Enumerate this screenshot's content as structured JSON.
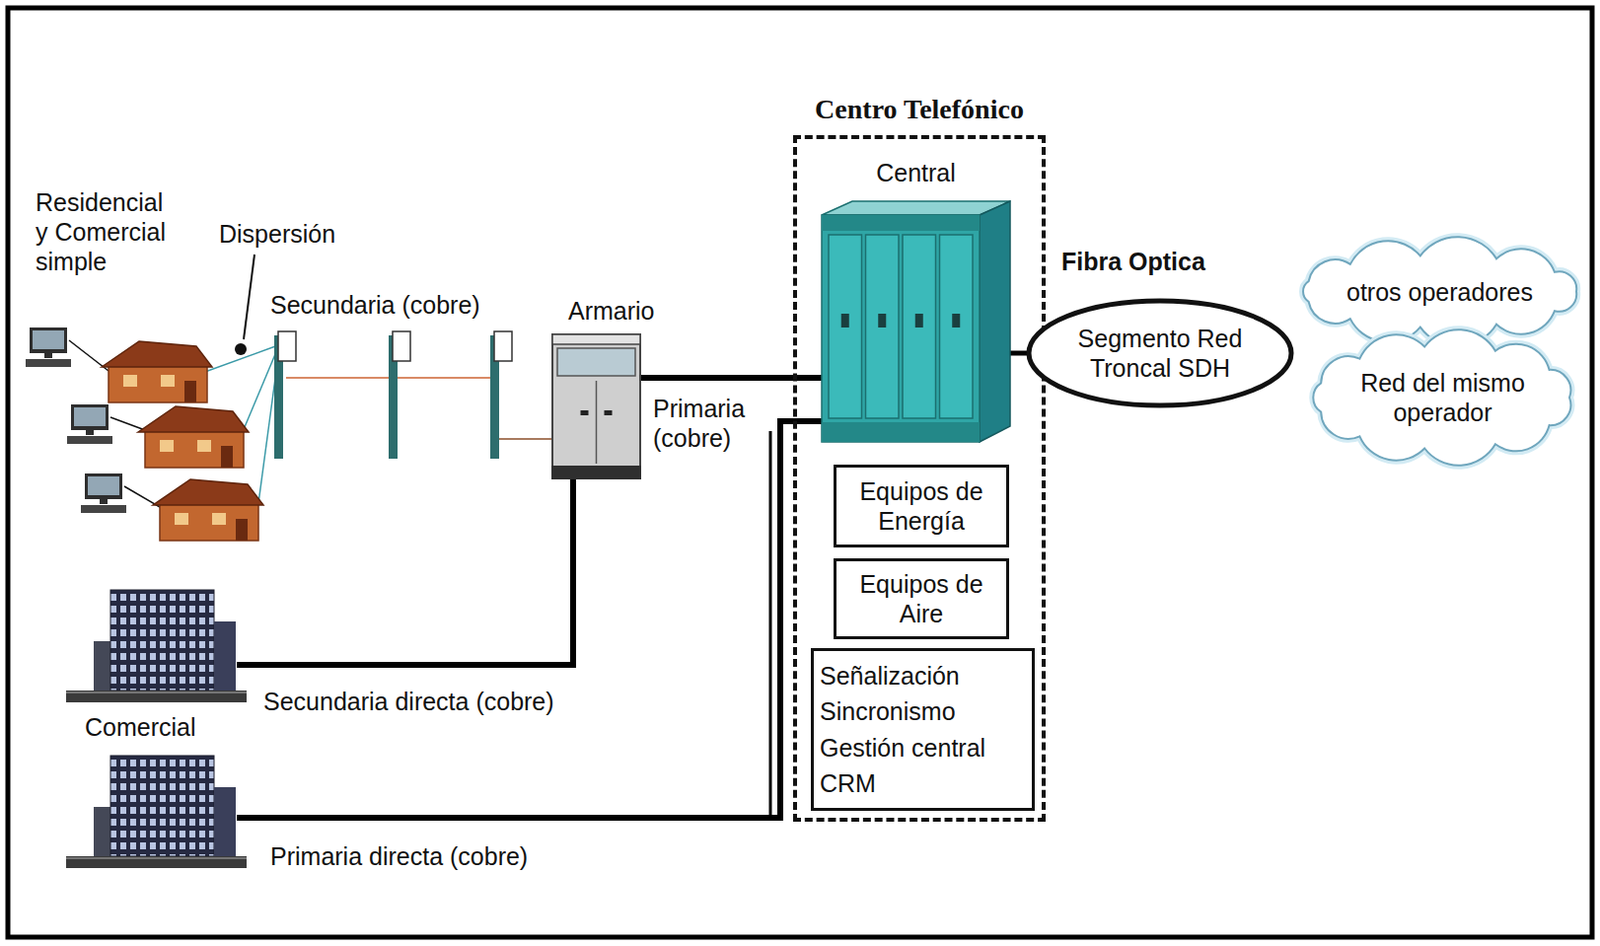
{
  "diagram": {
    "nodes": [
      {
        "text": [
          "Armario"
        ]
      },
      {
        "text": [
          "Centro Telefónico"
        ]
      },
      {
        "text": [
          "Central"
        ],
        "in": 1
      },
      {
        "text": [
          "Equipos de Energía"
        ],
        "in": 1
      },
      {
        "text": [
          "Equipos de Aire"
        ],
        "in": 1
      },
      {
        "text": [
          "Señalización Sincronismo Gestión central CRM"
        ],
        "in": 1
      },
      {
        "text": [
          "Segmento Red Troncal SDH"
        ]
      },
      {
        "text": [
          "otros operadores"
        ]
      },
      {
        "text": [
          "Red del mismo operador"
        ]
      }
    ],
    "edges": [
      {
        "from": 0,
        "to": 2,
        "arrow": "none",
        "label": "Primaria (cobre)"
      },
      {
        "from": 2,
        "to": 6,
        "arrow": "none"
      }
    ],
    "labels": [
      "Residencial y Comercial simple",
      "Dispersión",
      "Secundaria (cobre)",
      "Fibra Optica",
      "Secundaria directa (cobre)",
      "Comercial",
      "Primaria directa (cobre)"
    ]
  }
}
